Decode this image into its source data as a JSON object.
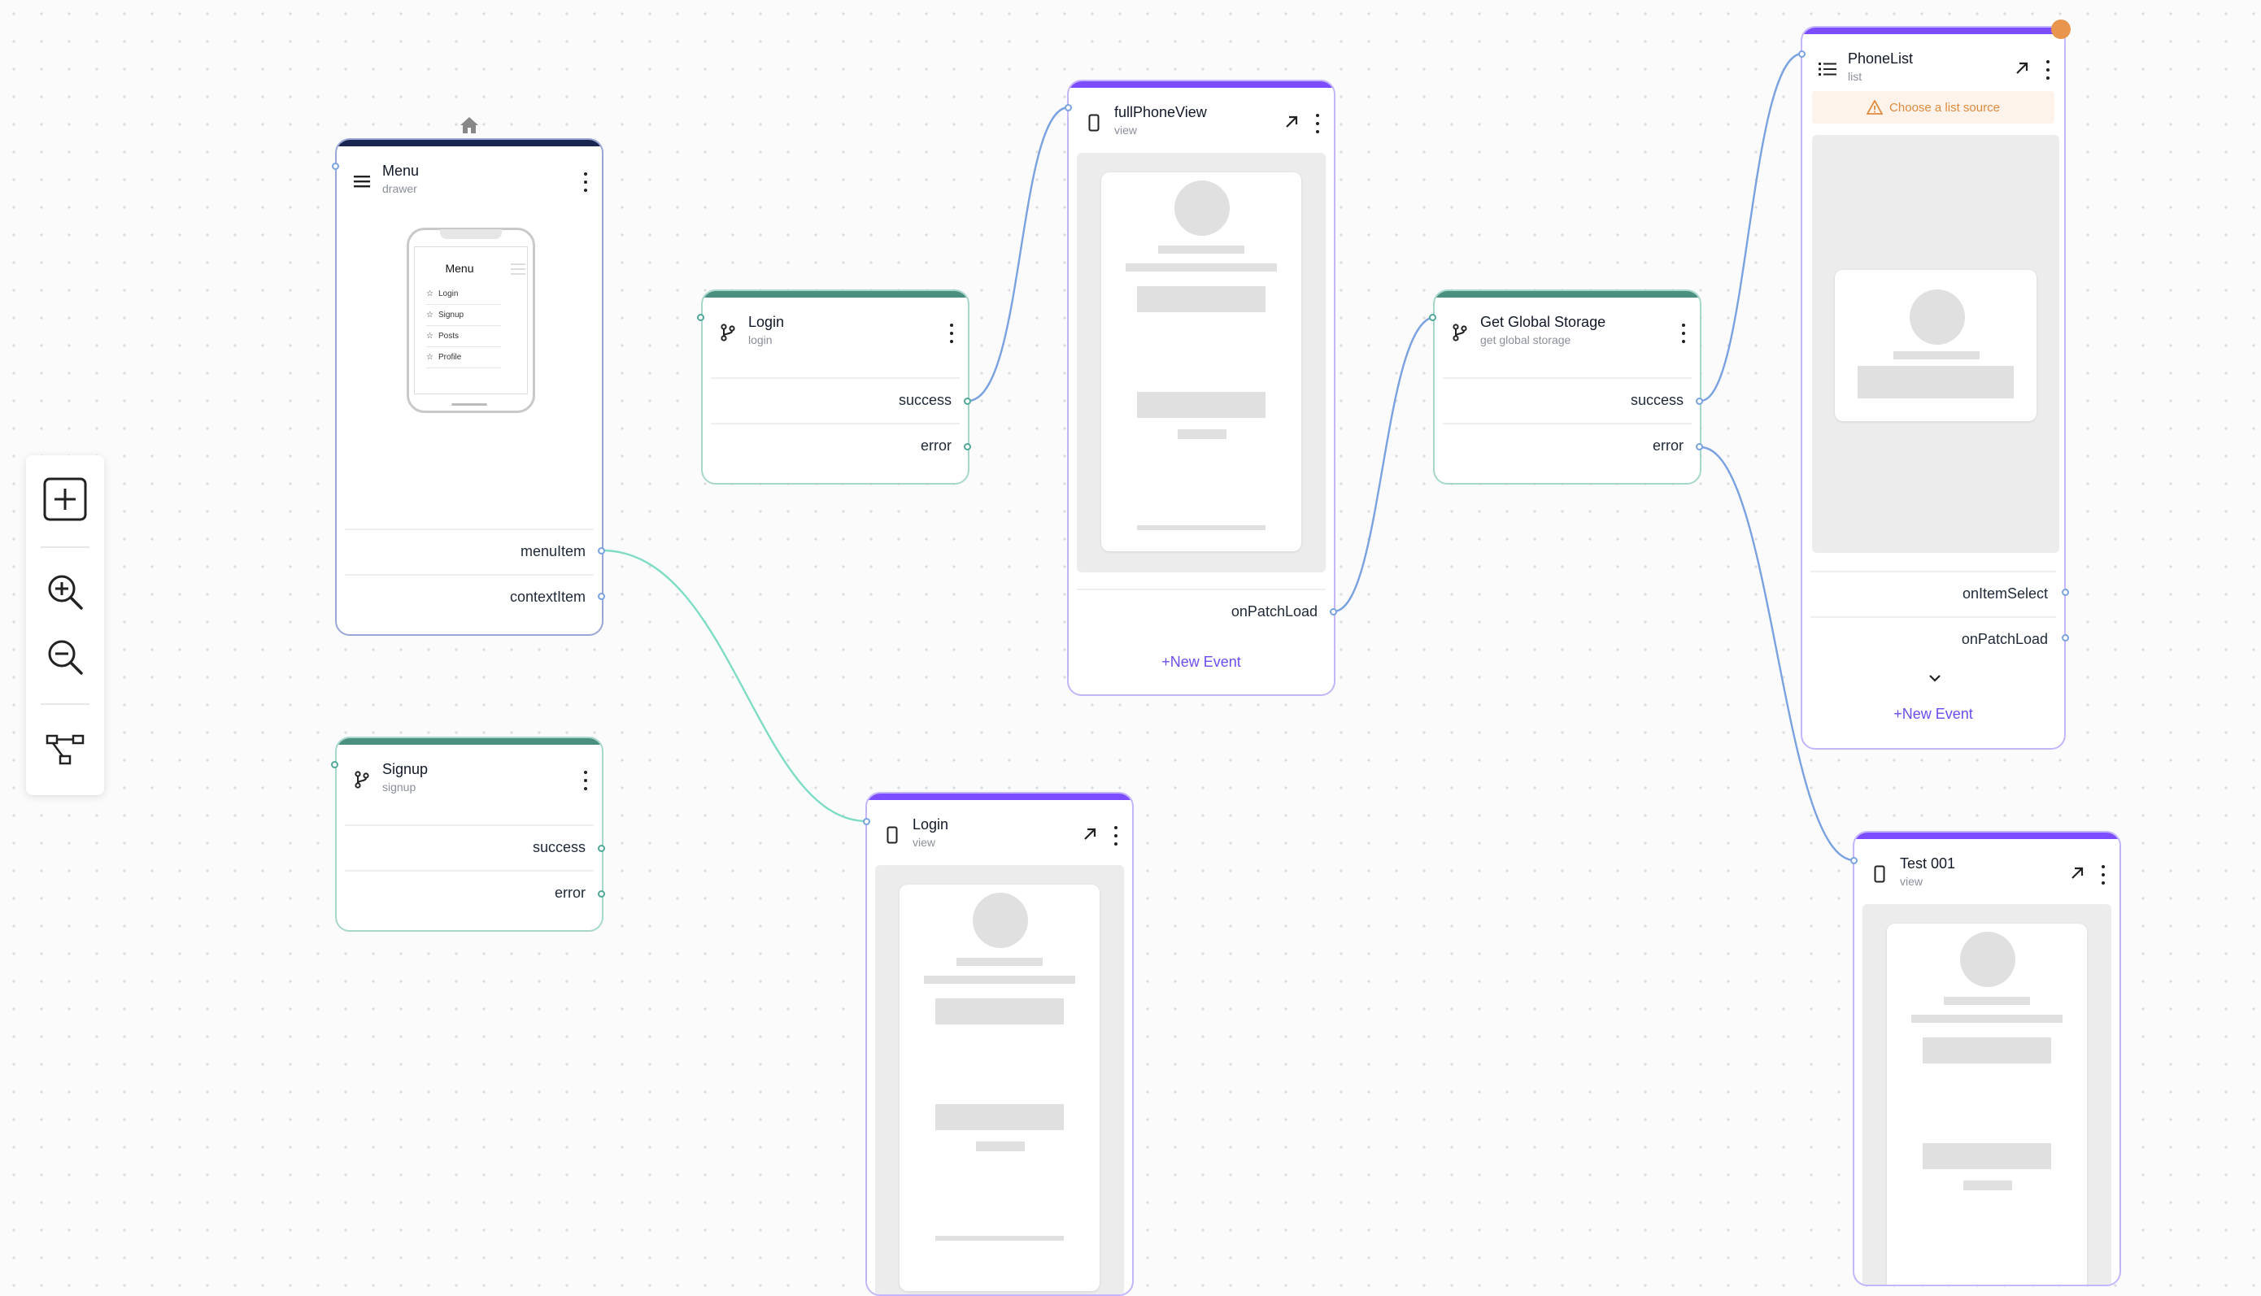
{
  "toolbar": {
    "items": [
      {
        "name": "add-node-button",
        "icon": "plus-square-icon"
      },
      {
        "name": "zoom-in-button",
        "icon": "zoom-in-icon"
      },
      {
        "name": "zoom-out-button",
        "icon": "zoom-out-icon"
      },
      {
        "name": "auto-layout-button",
        "icon": "graph-layout-icon"
      }
    ]
  },
  "colors": {
    "view_accent": "#7c4dff",
    "drawer_accent": "#1a2550",
    "action_accent": "#4a8f80",
    "warning": "#e8954d",
    "edge_blue": "#7aa2e0",
    "edge_teal": "#7fdcc4"
  },
  "nodes": {
    "menu": {
      "title": "Menu",
      "subtitle": "drawer",
      "icon": "hamburger-icon",
      "start_icon": "home-icon",
      "preview": {
        "heading": "Menu",
        "items": [
          "Login",
          "Signup",
          "Posts",
          "Profile"
        ]
      },
      "events": [
        "menuItem",
        "contextItem"
      ]
    },
    "login_action": {
      "title": "Login",
      "subtitle": "login",
      "icon": "branch-icon",
      "events": [
        "success",
        "error"
      ]
    },
    "signup_action": {
      "title": "Signup",
      "subtitle": "signup",
      "icon": "branch-icon",
      "events": [
        "success",
        "error"
      ]
    },
    "full_phone_view": {
      "title": "fullPhoneView",
      "subtitle": "view",
      "icon": "phone-icon",
      "events": [
        "onPatchLoad"
      ],
      "new_event": "New Event"
    },
    "get_global_storage": {
      "title": "Get Global Storage",
      "subtitle": "get global storage",
      "icon": "branch-icon",
      "events": [
        "success",
        "error"
      ]
    },
    "phone_list": {
      "title": "PhoneList",
      "subtitle": "list",
      "icon": "list-icon",
      "warning": "Choose a list source",
      "events": [
        "onItemSelect",
        "onPatchLoad"
      ],
      "new_event": "New Event"
    },
    "login_view": {
      "title": "Login",
      "subtitle": "view",
      "icon": "phone-icon"
    },
    "test_view": {
      "title": "Test 001",
      "subtitle": "view",
      "icon": "phone-icon"
    }
  }
}
